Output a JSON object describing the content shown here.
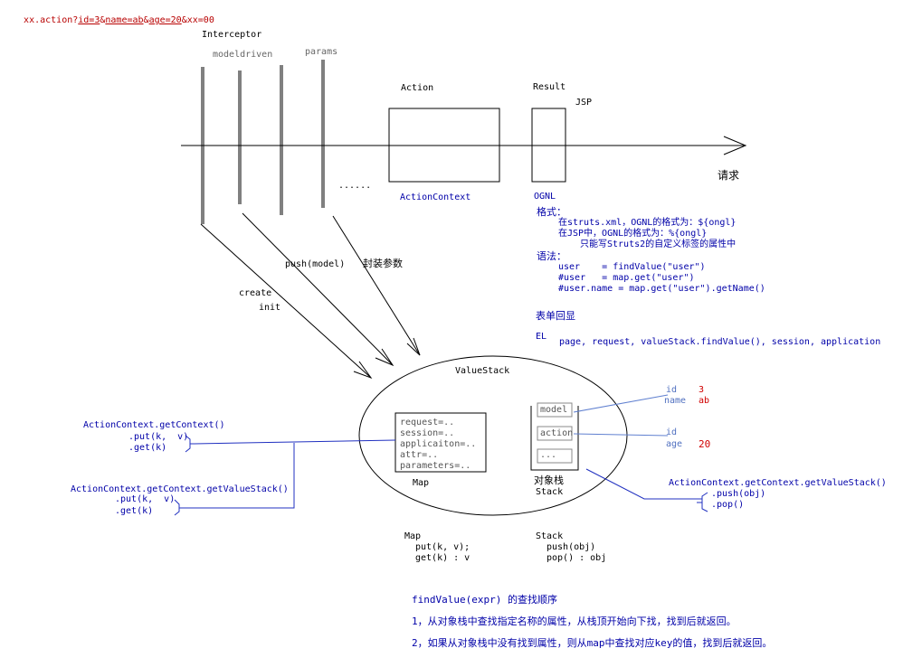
{
  "url": {
    "prefix": "xx.action?",
    "p1": "id=3",
    "amp1": "&",
    "p2": "name=ab",
    "amp2": "&",
    "p3": "age=20",
    "amp3": "&",
    "p4": "xx=00"
  },
  "top": {
    "interceptor": "Interceptor",
    "modeldriven": "modeldriven",
    "params": "params",
    "action": "Action",
    "result": "Result",
    "jsp": "JSP",
    "ellipsis": "......",
    "request": "请求",
    "action_context": "ActionContext",
    "ognl": "OGNL"
  },
  "ognl_notes": {
    "format_title": "格式：",
    "format_xml": "在struts.xml，OGNL的格式为：${ongl}",
    "format_jsp": "在JSP中，OGNL的格式为：%{ongl}",
    "format_jsp_note": "只能写Struts2的自定义标签的属性中",
    "syntax_title": "语法：",
    "syntax_1": "user    = findValue(\"user\")",
    "syntax_2": "#user   = map.get(\"user\")",
    "syntax_3": "#user.name = map.get(\"user\").getName()",
    "form_echo": "表单回显",
    "el_label": "EL",
    "el_scopes": "page, request, valueStack.findValue(), session, application"
  },
  "arrows": {
    "create": "create",
    "init": "init",
    "push_model": "push(model)",
    "wrap_params": "封装参数"
  },
  "value_stack": {
    "title": "ValueStack",
    "map_items": [
      "request=..",
      "session=..",
      "applicaiton=..",
      "attr=..",
      "parameters=.."
    ],
    "map_label": "Map",
    "stack_items": [
      "model",
      "action",
      "..."
    ],
    "stack_label_1": "对象栈",
    "stack_label_2": "Stack"
  },
  "props": {
    "id_label": "id",
    "id_value": "3",
    "name_label": "name",
    "name_value": "ab",
    "id2_label": "id",
    "age_label": "age",
    "age_value": "20"
  },
  "left_api": {
    "ctx": "ActionContext.getContext()",
    "ctx_put": ".put(k,  v)",
    "ctx_get": ".get(k)",
    "vs": "ActionContext.getContext.getValueStack()",
    "vs_put": ".put(k,  v)",
    "vs_get": ".get(k)"
  },
  "right_api": {
    "vs": "ActionContext.getContext.getValueStack()",
    "push": ".push(obj)",
    "pop": ".pop()"
  },
  "map_ops": {
    "title": "Map",
    "put": "put(k, v);",
    "get": "get(k) : v"
  },
  "stack_ops": {
    "title": "Stack",
    "push": "push(obj)",
    "pop": "pop() : obj"
  },
  "find_order": {
    "title": "findValue(expr) 的查找顺序",
    "step1": "1，从对象栈中查找指定名称的属性，从栈顶开始向下找，找到后就返回。",
    "step2": "2，如果从对象栈中没有找到属性，则从map中查找对应key的值，找到后就返回。"
  },
  "colors": {
    "blue": "#0000a8",
    "red": "#d00000",
    "interceptor_bar": "#808080",
    "line_blue": "#2030c0"
  }
}
